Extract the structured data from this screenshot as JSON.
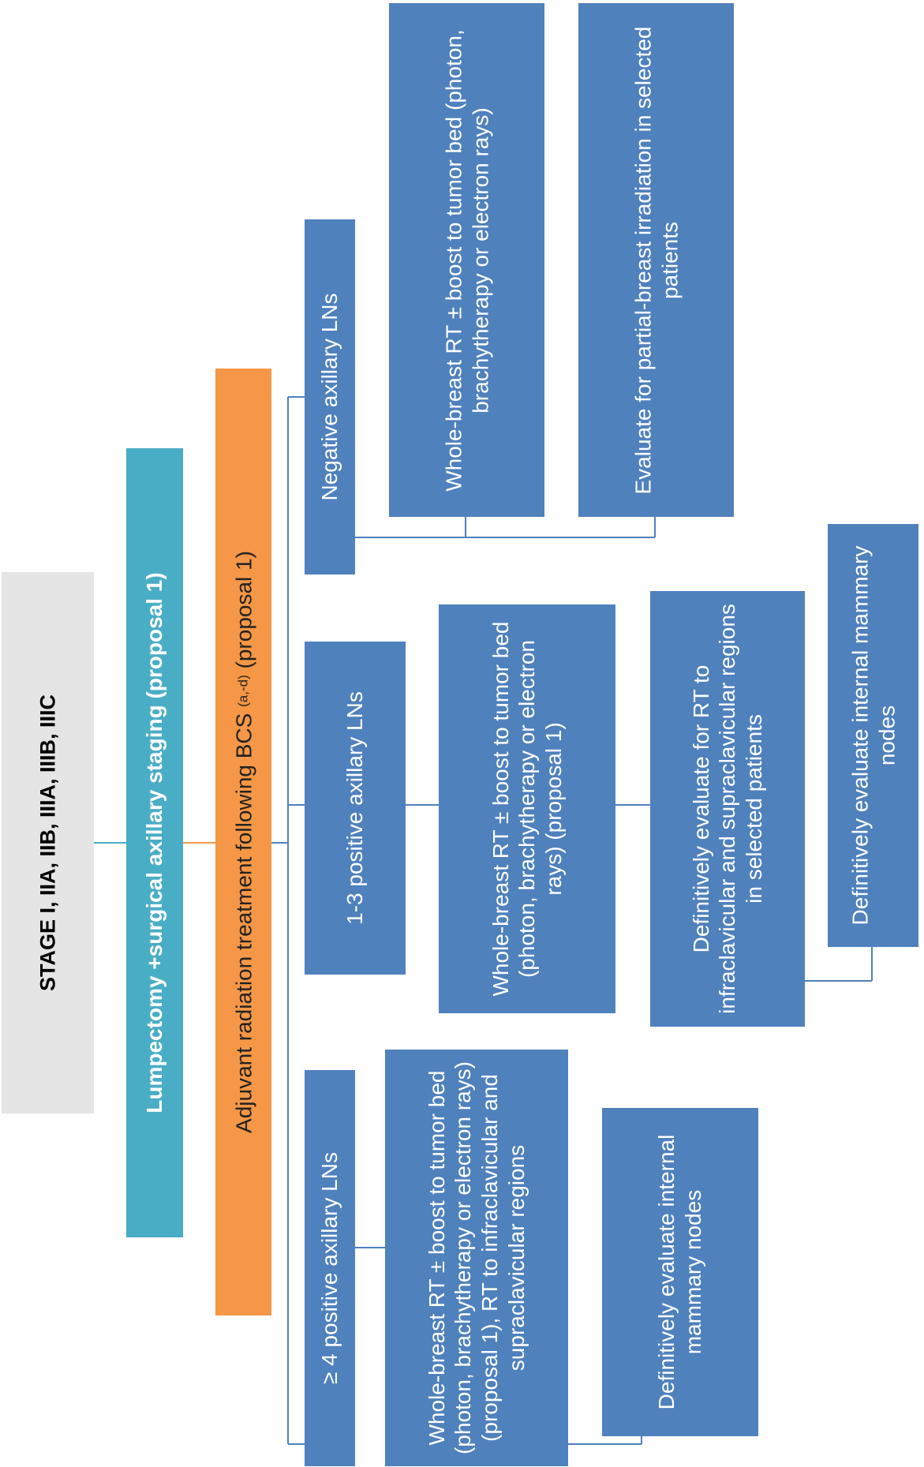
{
  "stage": {
    "text": "STAGE I, IIA, IIB, IIIA, IIIB, IIIC"
  },
  "surgery": {
    "text": "Lumpectomy +surgical axillary staging (proposal 1)"
  },
  "adjuvant": {
    "prefix": "Adjuvant radiation treatment following BCS",
    "sup": "(a,-d)",
    "suffix": "(proposal 1)"
  },
  "branches": {
    "negative": {
      "label": "Negative axillary LNs",
      "items": [
        "Whole-breast RT ± boost to tumor bed (photon, brachytherapy or electron rays)",
        "Evaluate for partial-breast irradiation in selected patients"
      ]
    },
    "one_to_three": {
      "label": "1-3 positive axillary LNs",
      "items": [
        "Whole-breast RT ± boost to tumor bed (photon, brachytherapy or electron rays) (proposal 1)",
        "Definitively evaluate for RT to infraclavicular and supraclavicular regions in selected patients",
        "Definitively evaluate internal mammary nodes"
      ]
    },
    "four_plus": {
      "label": "≥ 4 positive axillary LNs",
      "items": [
        "Whole-breast RT ± boost to tumor bed (photon, brachytherapy or electron rays) (proposal 1), RT to infraclavicular and supraclavicular regions",
        "Definitively evaluate internal mammary nodes"
      ]
    }
  },
  "colors": {
    "stage_bg": "#e5e5e5",
    "surgery_bg": "#4aadc6",
    "adjuvant_bg": "#f59746",
    "box_blue": "#4f81bd",
    "connector_teal": "#4aadc6",
    "connector_orange": "#f59746",
    "connector_blue": "#4f81bd"
  }
}
